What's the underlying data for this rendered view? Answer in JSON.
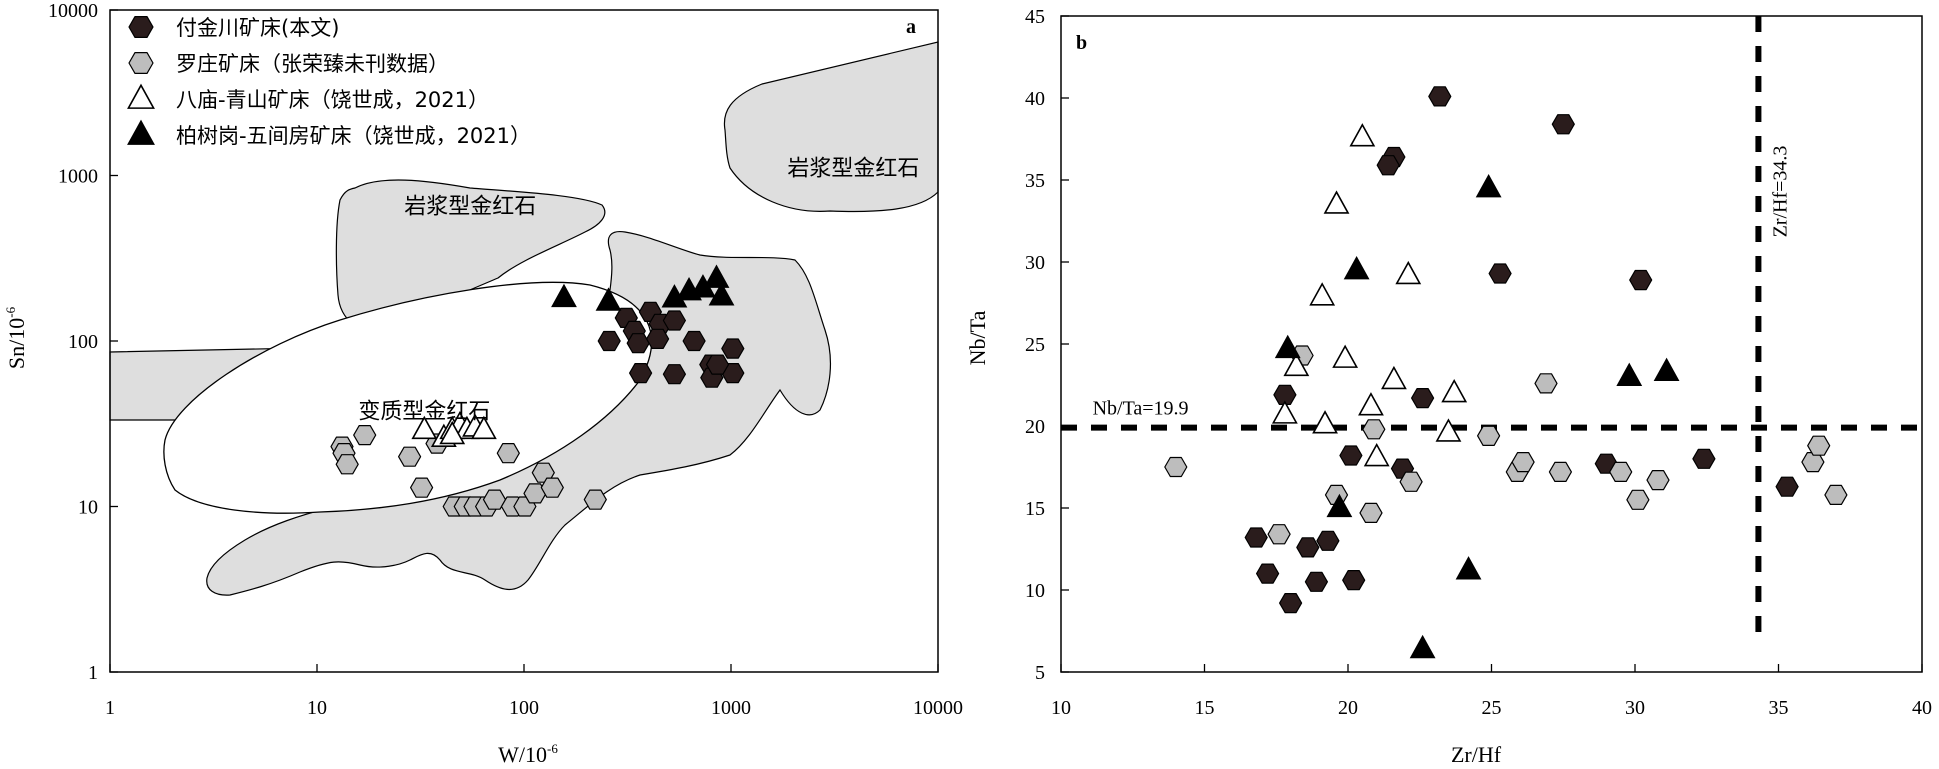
{
  "colors": {
    "field_fill": "#dedede",
    "dark_marker": "#2a1c1c",
    "gray_marker": "#bdbdbd",
    "axis": "#000000"
  },
  "chart_data": [
    {
      "panel": "a",
      "type": "scatter",
      "xlabel": "W/10",
      "xlabel_sup": "-6",
      "ylabel": "Sn/10",
      "ylabel_sup": "-6",
      "x_scale": "log",
      "y_scale": "log",
      "xlim": [
        1,
        10000
      ],
      "ylim": [
        1,
        10000
      ],
      "x_ticks": [
        1,
        10,
        100,
        1000,
        10000
      ],
      "y_ticks": [
        1,
        10,
        100,
        1000,
        10000
      ],
      "x_tick_labels": [
        "1",
        "10",
        "100",
        "1000",
        "10000"
      ],
      "y_tick_labels": [
        "1",
        "10",
        "100",
        "1000",
        "10000"
      ],
      "grid": false,
      "legend_position": "top-left",
      "legend": [
        {
          "marker": "hexagon-dark",
          "label": "付金川矿床(本文)"
        },
        {
          "marker": "hexagon-gray",
          "label": "罗庄矿床（张荣臻未刊数据）"
        },
        {
          "marker": "triangle-open",
          "label": "八庙-青山矿床（饶世成，2021）"
        },
        {
          "marker": "triangle-filled",
          "label": "柏树岗-五间房矿床（饶世成，2021）"
        }
      ],
      "region_labels": [
        {
          "text": "岩浆型金红石",
          "at": [
            3900,
            1000
          ]
        },
        {
          "text": "岩浆型金红石",
          "at": [
            55,
            590
          ]
        },
        {
          "text": "变质型金红石",
          "at": [
            33,
            34
          ]
        }
      ],
      "series": [
        {
          "name": "付金川矿床(本文)",
          "marker": "hexagon-dark",
          "points": [
            [
              258,
              100
            ],
            [
              312,
              138
            ],
            [
              341,
              115
            ],
            [
              408,
              150
            ],
            [
              455,
              127
            ],
            [
              533,
              133
            ],
            [
              356,
              97
            ],
            [
              442,
              103
            ],
            [
              366,
              64
            ],
            [
              533,
              63
            ],
            [
              663,
              100
            ],
            [
              799,
              72
            ],
            [
              1020,
              90
            ],
            [
              808,
              60
            ],
            [
              1020,
              64
            ],
            [
              861,
              72
            ]
          ]
        },
        {
          "name": "罗庄矿床（张荣臻未刊数据）",
          "marker": "hexagon-gray",
          "points": [
            [
              13.2,
              23
            ],
            [
              13.5,
              21
            ],
            [
              14,
              18
            ],
            [
              17,
              27
            ],
            [
              28,
              20
            ],
            [
              32,
              13
            ],
            [
              38,
              24
            ],
            [
              46,
              10
            ],
            [
              52,
              10
            ],
            [
              58,
              10
            ],
            [
              66,
              10
            ],
            [
              72,
              11
            ],
            [
              84,
              21
            ],
            [
              88,
              10
            ],
            [
              101,
              10
            ],
            [
              113,
              12
            ],
            [
              124,
              16
            ],
            [
              137,
              13
            ],
            [
              221,
              11
            ]
          ]
        },
        {
          "name": "八庙-青山矿床（饶世成，2021）",
          "marker": "triangle-open",
          "points": [
            [
              33,
              29
            ],
            [
              41,
              26
            ],
            [
              45,
              29
            ],
            [
              49,
              31
            ],
            [
              53,
              29
            ],
            [
              58,
              30
            ],
            [
              64,
              29
            ],
            [
              45,
              27
            ]
          ]
        },
        {
          "name": "柏树岗-五间房矿床（饶世成，2021）",
          "marker": "triangle-filled",
          "points": [
            [
              156,
              182
            ],
            [
              256,
              173
            ],
            [
              533,
              181
            ],
            [
              732,
              208
            ],
            [
              851,
              238
            ],
            [
              900,
              186
            ],
            [
              627,
              200
            ]
          ]
        }
      ]
    },
    {
      "panel": "b",
      "type": "scatter",
      "xlabel": "Zr/Hf",
      "ylabel": "Nb/Ta",
      "xlim": [
        10,
        40
      ],
      "ylim": [
        5,
        45
      ],
      "x_ticks": [
        10,
        15,
        20,
        25,
        30,
        35,
        40
      ],
      "y_ticks": [
        5,
        10,
        15,
        20,
        25,
        30,
        35,
        40,
        45
      ],
      "grid": false,
      "reference_lines": [
        {
          "orientation": "horizontal",
          "value": 19.9,
          "label": "Nb/Ta=19.9"
        },
        {
          "orientation": "vertical",
          "value": 34.3,
          "label": "Zr/Hf=34.3"
        }
      ],
      "series": [
        {
          "name": "付金川矿床(本文)",
          "marker": "hexagon-dark",
          "points": [
            [
              23.2,
              40.1
            ],
            [
              27.5,
              38.4
            ],
            [
              21.6,
              36.4
            ],
            [
              21.4,
              35.9
            ],
            [
              25.3,
              29.3
            ],
            [
              30.2,
              28.9
            ],
            [
              17.8,
              21.9
            ],
            [
              22.6,
              21.7
            ],
            [
              20.1,
              18.2
            ],
            [
              21.9,
              17.4
            ],
            [
              16.8,
              13.2
            ],
            [
              17.2,
              11.0
            ],
            [
              18.6,
              12.6
            ],
            [
              19.3,
              13.0
            ],
            [
              18.9,
              10.5
            ],
            [
              20.2,
              10.6
            ],
            [
              18.0,
              9.2
            ],
            [
              29.0,
              17.7
            ],
            [
              32.4,
              18.0
            ],
            [
              35.3,
              16.3
            ]
          ]
        },
        {
          "name": "罗庄矿床（张荣臻未刊数据）",
          "marker": "hexagon-gray",
          "points": [
            [
              14.0,
              17.5
            ],
            [
              17.6,
              13.4
            ],
            [
              18.4,
              24.3
            ],
            [
              19.6,
              15.8
            ],
            [
              20.8,
              14.7
            ],
            [
              20.9,
              19.8
            ],
            [
              22.2,
              16.6
            ],
            [
              24.9,
              19.4
            ],
            [
              25.9,
              17.2
            ],
            [
              26.1,
              17.8
            ],
            [
              26.9,
              22.6
            ],
            [
              27.4,
              17.2
            ],
            [
              29.5,
              17.2
            ],
            [
              30.1,
              15.5
            ],
            [
              30.8,
              16.7
            ],
            [
              36.2,
              17.8
            ],
            [
              36.4,
              18.8
            ],
            [
              37.0,
              15.8
            ]
          ]
        },
        {
          "name": "八庙-青山矿床（饶世成，2021）",
          "marker": "triangle-open",
          "points": [
            [
              20.5,
              37.6
            ],
            [
              19.6,
              33.5
            ],
            [
              19.1,
              27.9
            ],
            [
              22.1,
              29.2
            ],
            [
              19.9,
              24.1
            ],
            [
              18.2,
              23.6
            ],
            [
              17.8,
              20.7
            ],
            [
              21.6,
              22.8
            ],
            [
              20.8,
              21.2
            ],
            [
              23.7,
              22.0
            ],
            [
              19.2,
              20.1
            ],
            [
              21.0,
              18.1
            ],
            [
              23.5,
              19.6
            ]
          ]
        },
        {
          "name": "柏树岗-五间房矿床（饶世成，2021）",
          "marker": "triangle-filled",
          "points": [
            [
              24.9,
              34.5
            ],
            [
              20.3,
              29.5
            ],
            [
              17.9,
              24.7
            ],
            [
              19.7,
              15.0
            ],
            [
              24.2,
              11.2
            ],
            [
              22.6,
              6.4
            ],
            [
              29.8,
              23.0
            ],
            [
              31.1,
              23.3
            ]
          ]
        }
      ]
    }
  ]
}
